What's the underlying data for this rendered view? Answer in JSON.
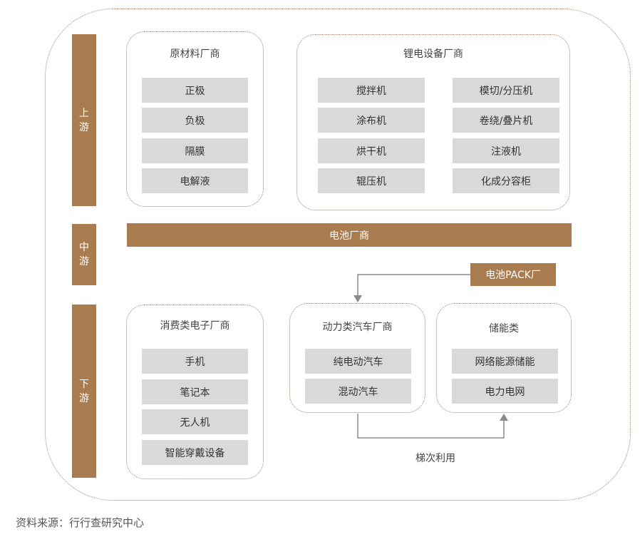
{
  "stages": {
    "upstream": "上游",
    "midstream": "中游",
    "downstream": "下游"
  },
  "upstream": {
    "raw_materials": {
      "title": "原材料厂商",
      "items": [
        "正极",
        "负极",
        "隔膜",
        "电解液"
      ]
    },
    "equipment": {
      "title": "锂电设备厂商",
      "left_items": [
        "搅拌机",
        "涂布机",
        "烘干机",
        "辊压机"
      ],
      "right_items": [
        "模切/分压机",
        "卷绕/叠片机",
        "注液机",
        "化成分容柜"
      ]
    }
  },
  "midstream": {
    "battery_maker": "电池厂商"
  },
  "downstream": {
    "pack_maker": "电池PACK厂",
    "consumer": {
      "title": "消费类电子厂商",
      "items": [
        "手机",
        "笔记本",
        "无人机",
        "智能穿戴设备"
      ]
    },
    "auto": {
      "title": "动力类汽车厂商",
      "items": [
        "纯电动汽车",
        "混动汽车"
      ]
    },
    "storage": {
      "title": "储能类",
      "items": [
        "网络能源储能",
        "电力电网"
      ]
    },
    "cascade_label": "梯次利用"
  },
  "source": "资料来源：行行查研究中心",
  "colors": {
    "accent": "#a97c4f",
    "box": "#d9d9d9",
    "border": "#a08470"
  }
}
